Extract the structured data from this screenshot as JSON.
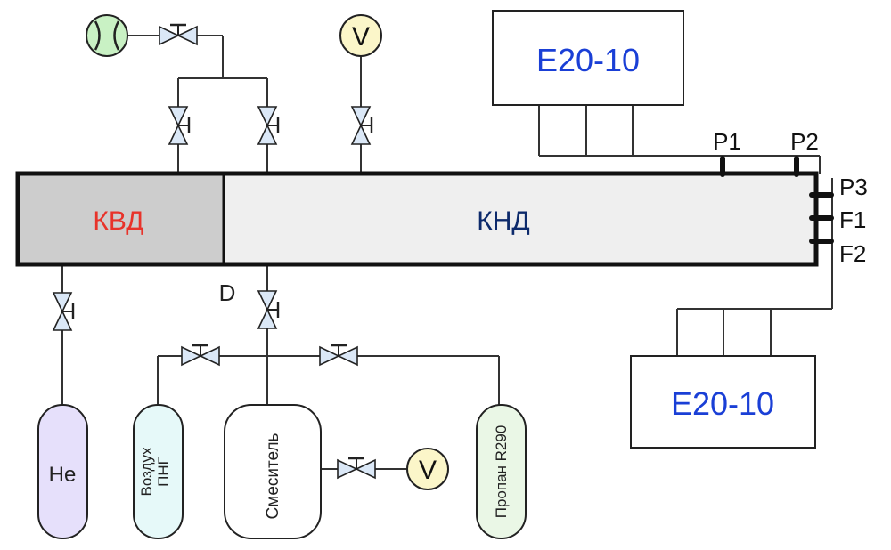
{
  "tube": {
    "high_pressure_label": "КВД",
    "low_pressure_label": "КНД",
    "diaphragm_label": "D",
    "high_pressure_color": "#cdcdcd",
    "low_pressure_color": "#efefef",
    "high_pressure_text_color": "#e8332a",
    "low_pressure_text_color": "#0d2a6b"
  },
  "sensors": {
    "p1": "P1",
    "p2": "P2",
    "p3": "P3",
    "f1": "F1",
    "f2": "F2"
  },
  "adc": {
    "top_label": "E20-10",
    "bottom_label": "E20-10",
    "text_color": "#1a3fd6"
  },
  "vessels": {
    "helium": "He",
    "air_line1": "Воздух",
    "air_line2": "ПНГ",
    "mixer": "Смеситель",
    "propane": "Пропан R290",
    "helium_color": "#e6e0fb",
    "air_color": "#e6f9f9",
    "mixer_color": "#ffffff",
    "propane_color": "#eaf7e6"
  },
  "gauges": {
    "vacuum_meter_label": "V",
    "mixer_meter_label": "V",
    "pump_icon": "vacuum-pump-icon",
    "pump_color": "#c9f1c4",
    "meter_color": "#fbf6c9"
  }
}
